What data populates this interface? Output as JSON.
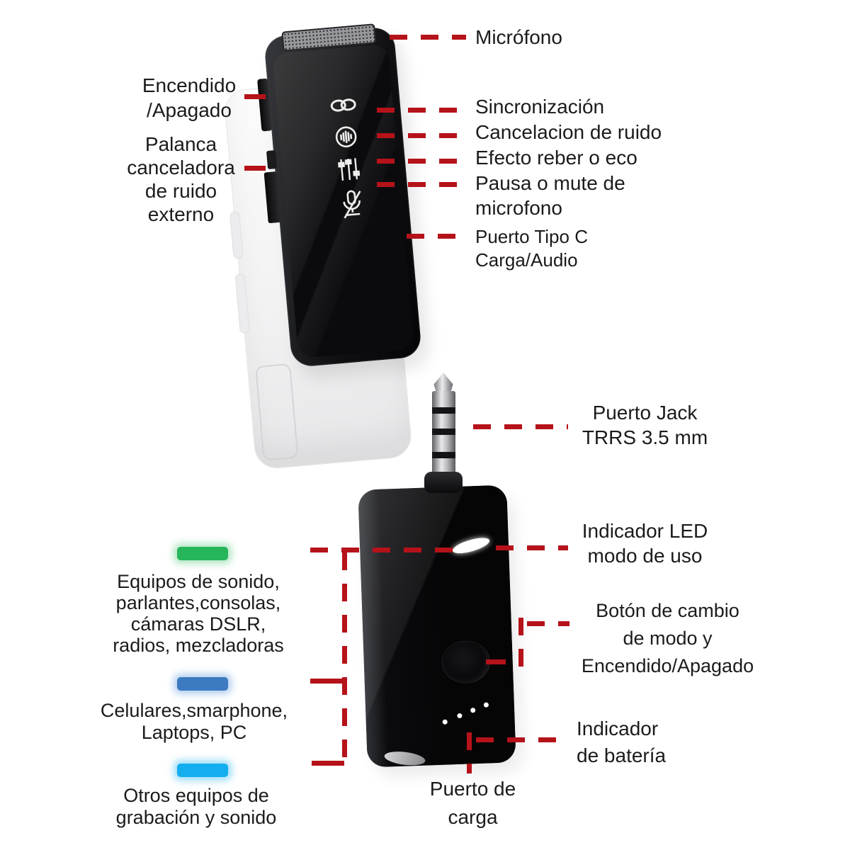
{
  "diagram": {
    "background": "#ffffff",
    "connector_color": "#b5121a",
    "text_color": "#1b1b1b"
  },
  "transmitter": {
    "name": "wireless microphone transmitter",
    "labels": {
      "microphone": "Micrófono",
      "power": "Encendido\n/Apagado",
      "noise_lever": "Palanca\ncanceladora\nde ruido\nexterno",
      "sync": "Sincronización",
      "noise_cancel": "Cancelacion de ruido",
      "reverb": "Efecto reber o eco",
      "mute": "Pausa o mute de\nmicrofono",
      "usb_c": "Puerto Tipo C\n Carga/Audio"
    },
    "icons": [
      "sync-icon",
      "noise-cancel-icon",
      "reverb-effect-icon",
      "mic-mute-icon"
    ]
  },
  "receiver": {
    "name": "3.5 mm receiver",
    "labels": {
      "jack": "Puerto Jack\nTRRS 3.5 mm",
      "led": "Indicador LED\nmodo de uso",
      "mode_button": "Botón de cambio\nde modo y\nEncendido/Apagado",
      "battery": "Indicador\nde batería",
      "charge_port": "Puerto de\ncarga"
    },
    "legend": [
      {
        "color": "#27b55b",
        "label": "Equipos de sonido,\nparlantes,consolas,\ncámaras DSLR,\nradios, mezcladoras"
      },
      {
        "color": "#3c7ac1",
        "label": "Celulares,smarphone,\nLaptops, PC"
      },
      {
        "color": "#12aeef",
        "label": "Otros equipos de\ngrabación y sonido"
      }
    ]
  }
}
